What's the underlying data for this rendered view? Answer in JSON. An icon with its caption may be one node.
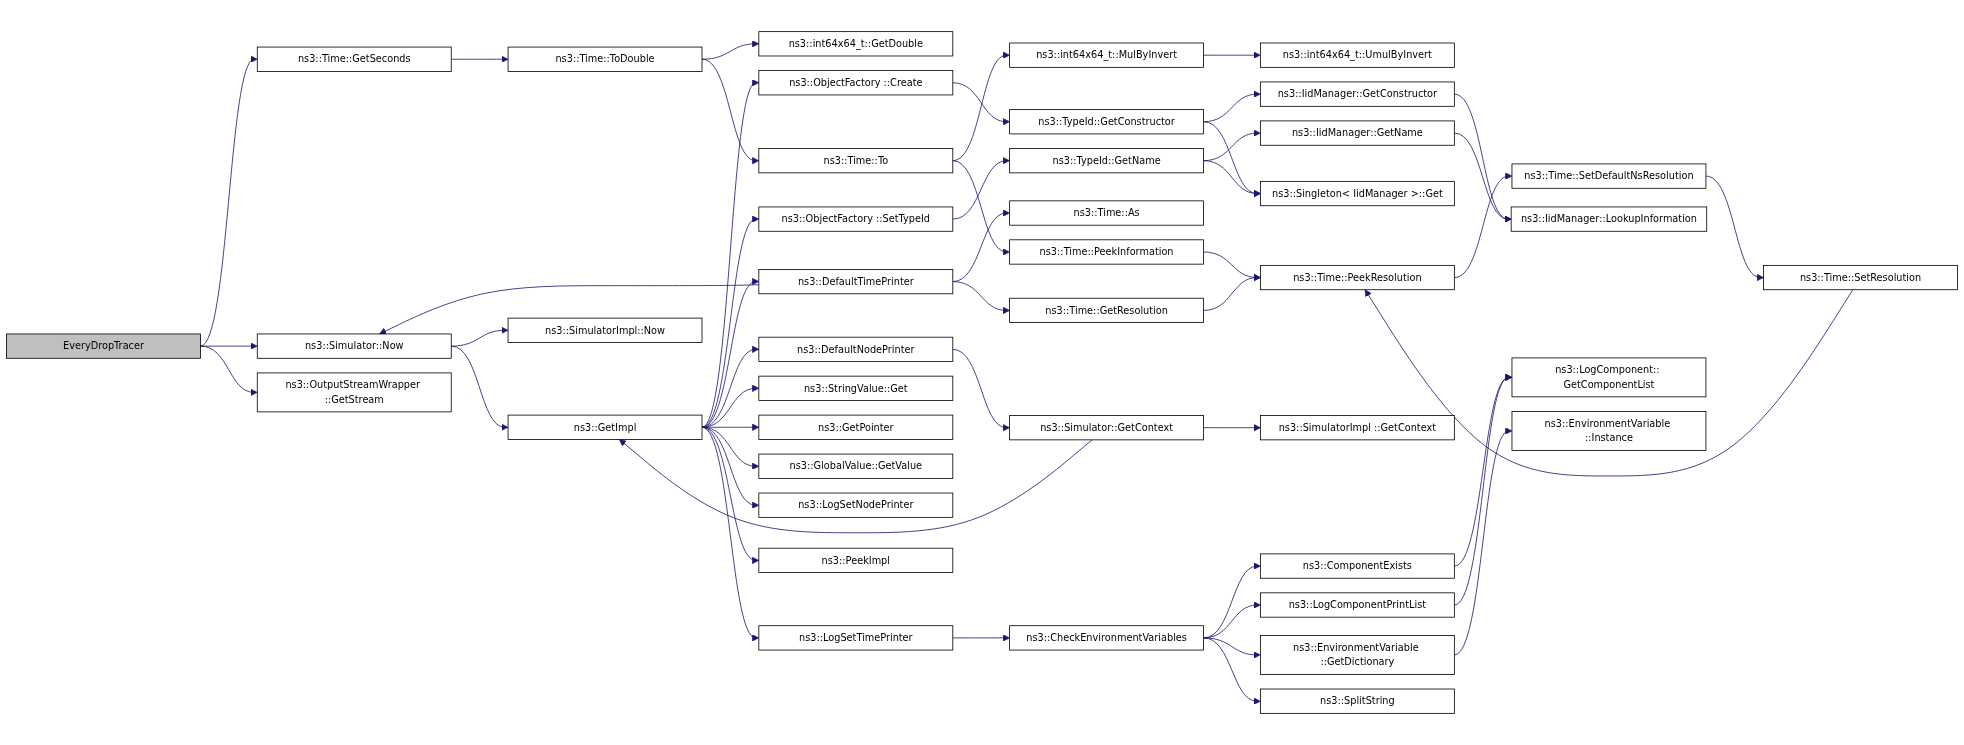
{
  "diagram": {
    "nodes": [
      {
        "text": [
          "EveryDropTracer"
        ]
      },
      {
        "text": [
          "ns3::Time::GetSeconds"
        ]
      },
      {
        "text": [
          "ns3::Simulator::Now"
        ]
      },
      {
        "text": [
          "ns3::OutputStreamWrapper ::GetStream"
        ]
      },
      {
        "text": [
          "ns3::Time::ToDouble"
        ]
      },
      {
        "text": [
          "ns3::GetImpl"
        ]
      },
      {
        "text": [
          "ns3::SimulatorImpl::Now"
        ]
      },
      {
        "text": [
          "ns3::int64x64_t::GetDouble"
        ]
      },
      {
        "text": [
          "ns3::Time::To"
        ]
      },
      {
        "text": [
          "ns3::DefaultTimePrinter"
        ]
      },
      {
        "text": [
          "ns3::ObjectFactory ::Create"
        ]
      },
      {
        "text": [
          "ns3::ObjectFactory ::SetTypeId"
        ]
      },
      {
        "text": [
          "ns3::DefaultNodePrinter"
        ]
      },
      {
        "text": [
          "ns3::StringValue::Get"
        ]
      },
      {
        "text": [
          "ns3::GetPointer"
        ]
      },
      {
        "text": [
          "ns3::GlobalValue::GetValue"
        ]
      },
      {
        "text": [
          "ns3::LogSetNodePrinter"
        ]
      },
      {
        "text": [
          "ns3::LogSetTimePrinter"
        ]
      },
      {
        "text": [
          "ns3::PeekImpl"
        ]
      },
      {
        "text": [
          "ns3::int64x64_t::MulByInvert"
        ]
      },
      {
        "text": [
          "ns3::Time::PeekInformation"
        ]
      },
      {
        "text": [
          "ns3::Time::GetResolution"
        ]
      },
      {
        "text": [
          "ns3::Time::As"
        ]
      },
      {
        "text": [
          "ns3::TypeId::GetConstructor"
        ]
      },
      {
        "text": [
          "ns3::TypeId::GetName"
        ]
      },
      {
        "text": [
          "ns3::Simulator::GetContext"
        ]
      },
      {
        "text": [
          "ns3::CheckEnvironmentVariables"
        ]
      },
      {
        "text": [
          "ns3::int64x64_t::UmulByInvert"
        ]
      },
      {
        "text": [
          "ns3::Time::PeekResolution"
        ]
      },
      {
        "text": [
          "ns3::IidManager::GetConstructor"
        ]
      },
      {
        "text": [
          "ns3::Singleton< IidManager >::Get"
        ]
      },
      {
        "text": [
          "ns3::IidManager::GetName"
        ]
      },
      {
        "text": [
          "ns3::SimulatorImpl ::GetContext"
        ]
      },
      {
        "text": [
          "ns3::ComponentExists"
        ]
      },
      {
        "text": [
          "ns3::LogComponentPrintList"
        ]
      },
      {
        "text": [
          "ns3::EnvironmentVariable ::GetDictionary"
        ]
      },
      {
        "text": [
          "ns3::SplitString"
        ]
      },
      {
        "text": [
          "ns3::Time::SetDefaultNsResolution"
        ]
      },
      {
        "text": [
          "ns3::IidManager::LookupInformation"
        ]
      },
      {
        "text": [
          "ns3::LogComponent:: GetComponentList"
        ]
      },
      {
        "text": [
          "ns3::EnvironmentVariable ::Instance"
        ]
      },
      {
        "text": [
          "ns3::Time::SetResolution"
        ]
      }
    ],
    "edges": [
      {
        "from": 0,
        "to": 1,
        "arrow": "to"
      },
      {
        "from": 0,
        "to": 2,
        "arrow": "to"
      },
      {
        "from": 0,
        "to": 3,
        "arrow": "to"
      },
      {
        "from": 1,
        "to": 4,
        "arrow": "to"
      },
      {
        "from": 4,
        "to": 7,
        "arrow": "to"
      },
      {
        "from": 4,
        "to": 8,
        "arrow": "to"
      },
      {
        "from": 8,
        "to": 19,
        "arrow": "to"
      },
      {
        "from": 8,
        "to": 20,
        "arrow": "to"
      },
      {
        "from": 19,
        "to": 27,
        "arrow": "to"
      },
      {
        "from": 20,
        "to": 28,
        "arrow": "to"
      },
      {
        "from": 28,
        "to": 37,
        "arrow": "to"
      },
      {
        "from": 37,
        "to": 41,
        "arrow": "to"
      },
      {
        "from": 41,
        "to": 28,
        "arrow": "to"
      },
      {
        "from": 2,
        "to": 5,
        "arrow": "to"
      },
      {
        "from": 2,
        "to": 6,
        "arrow": "to"
      },
      {
        "from": 9,
        "to": 2,
        "arrow": "to"
      },
      {
        "from": 9,
        "to": 21,
        "arrow": "to"
      },
      {
        "from": 9,
        "to": 22,
        "arrow": "to"
      },
      {
        "from": 21,
        "to": 28,
        "arrow": "to"
      },
      {
        "from": 5,
        "to": 9,
        "arrow": "to"
      },
      {
        "from": 5,
        "to": 10,
        "arrow": "to"
      },
      {
        "from": 5,
        "to": 11,
        "arrow": "to"
      },
      {
        "from": 5,
        "to": 12,
        "arrow": "to"
      },
      {
        "from": 5,
        "to": 13,
        "arrow": "to"
      },
      {
        "from": 5,
        "to": 14,
        "arrow": "to"
      },
      {
        "from": 5,
        "to": 15,
        "arrow": "to"
      },
      {
        "from": 5,
        "to": 16,
        "arrow": "to"
      },
      {
        "from": 5,
        "to": 17,
        "arrow": "to"
      },
      {
        "from": 5,
        "to": 18,
        "arrow": "to"
      },
      {
        "from": 10,
        "to": 23,
        "arrow": "to"
      },
      {
        "from": 23,
        "to": 29,
        "arrow": "to"
      },
      {
        "from": 23,
        "to": 30,
        "arrow": "to"
      },
      {
        "from": 29,
        "to": 38,
        "arrow": "to"
      },
      {
        "from": 11,
        "to": 24,
        "arrow": "to"
      },
      {
        "from": 24,
        "to": 30,
        "arrow": "to"
      },
      {
        "from": 24,
        "to": 31,
        "arrow": "to"
      },
      {
        "from": 31,
        "to": 38,
        "arrow": "to"
      },
      {
        "from": 12,
        "to": 25,
        "arrow": "to"
      },
      {
        "from": 25,
        "to": 5,
        "arrow": "to"
      },
      {
        "from": 25,
        "to": 32,
        "arrow": "to"
      },
      {
        "from": 17,
        "to": 26,
        "arrow": "to"
      },
      {
        "from": 26,
        "to": 33,
        "arrow": "to"
      },
      {
        "from": 26,
        "to": 34,
        "arrow": "to"
      },
      {
        "from": 26,
        "to": 35,
        "arrow": "to"
      },
      {
        "from": 26,
        "to": 36,
        "arrow": "to"
      },
      {
        "from": 33,
        "to": 39,
        "arrow": "to"
      },
      {
        "from": 34,
        "to": 39,
        "arrow": "to"
      },
      {
        "from": 35,
        "to": 40,
        "arrow": "to"
      }
    ]
  }
}
